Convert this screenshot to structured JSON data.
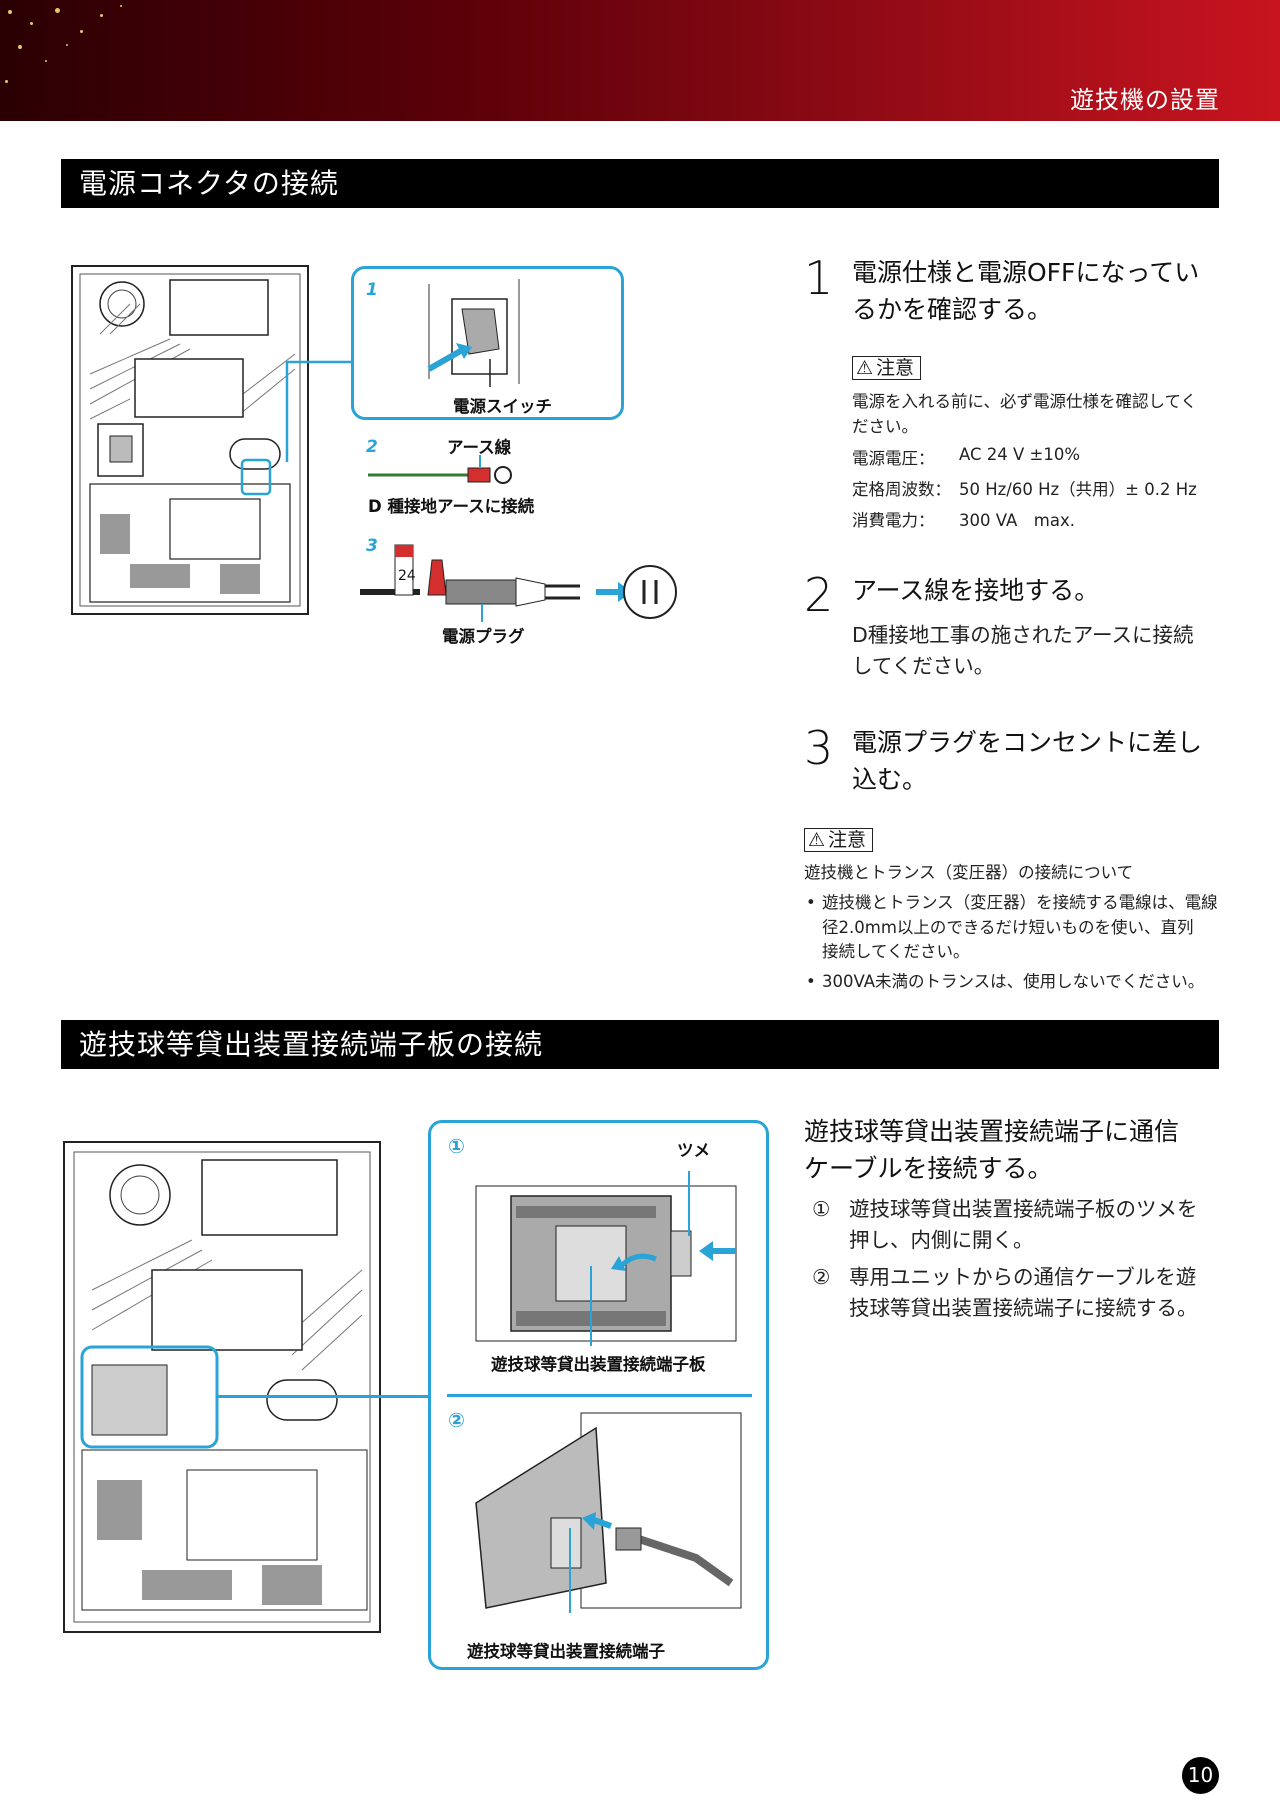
{
  "header": {
    "title": "遊技機の設置"
  },
  "section1": {
    "heading": "電源コネクタの接続",
    "figure": {
      "n1": "1",
      "n2": "2",
      "n3": "3",
      "switch_label": "電源スイッチ",
      "earth_wire_label": "アース線",
      "earth_connect_label": "D 種接地アースに接続",
      "plug_label": "電源プラグ",
      "tag_text": "24"
    },
    "steps": [
      {
        "num": "1",
        "line1": "電源仕様と電源OFFになってい",
        "line2": "るかを確認する。"
      },
      {
        "num": "2",
        "line1": "アース線を接地する。"
      },
      {
        "num": "3",
        "line1": "電源プラグをコンセントに差し",
        "line2": "込む。"
      }
    ],
    "caution1": {
      "label": "注意",
      "line1": "電源を入れる前に、必ず電源仕様を確認してく",
      "line2": "ださい。",
      "specs": [
        {
          "key": "電源電圧：",
          "value": "AC 24 V ±10%"
        },
        {
          "key": "定格周波数：",
          "value": "50 Hz/60 Hz（共用）± 0.2 Hz"
        },
        {
          "key": "消費電力：",
          "value": "300 VA　max."
        }
      ]
    },
    "step2_desc": {
      "line1": "D種接地工事の施されたアースに接続",
      "line2": "してください。"
    },
    "caution2": {
      "label": "注意",
      "intro": "遊技機とトランス（変圧器）の接続について",
      "bullet1": {
        "line1": "遊技機とトランス（変圧器）を接続する電線は、電線",
        "line2": "径2.0mm以上のできるだけ短いものを使い、直列",
        "line3": "接続してください。"
      },
      "bullet2": "300VA未満のトランスは、使用しないでください。"
    }
  },
  "section2": {
    "heading": "遊技球等貸出装置接続端子板の接続",
    "figure": {
      "n1": "①",
      "n2": "②",
      "tsume_label": "ツメ",
      "board_label": "遊技球等貸出装置接続端子板",
      "terminal_label": "遊技球等貸出装置接続端子"
    },
    "intro": {
      "line1": "遊技球等貸出装置接続端子に通信",
      "line2": "ケーブルを接続する。"
    },
    "items": [
      {
        "num": "①",
        "line1": "遊技球等貸出装置接続端子板のツメを",
        "line2": "押し、内側に開く。"
      },
      {
        "num": "②",
        "line1": "専用ユニットからの通信ケーブルを遊",
        "line2": "技球等貸出装置接続端子に接続する。"
      }
    ]
  },
  "footer": {
    "page": "10"
  },
  "colors": {
    "accent_blue": "#2aa3d6",
    "banner_red": "#c8141f",
    "heading_bg": "#000000"
  }
}
